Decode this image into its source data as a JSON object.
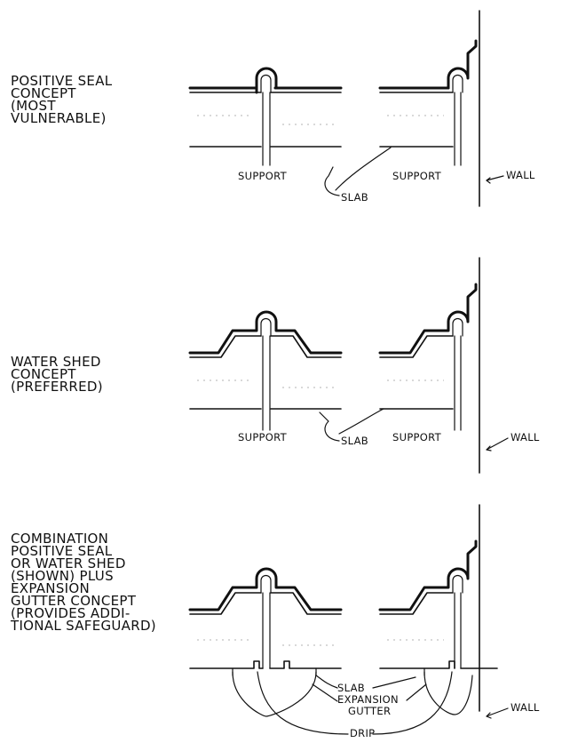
{
  "panel1": {
    "title_lines": [
      "POSITIVE SEAL",
      "CONCEPT",
      "(MOST",
      "VULNERABLE)"
    ],
    "support_left": "SUPPORT",
    "support_right": "SUPPORT",
    "slab": "SLAB",
    "wall": "WALL"
  },
  "panel2": {
    "title_lines": [
      "WATER SHED",
      "CONCEPT",
      "(PREFERRED)"
    ],
    "support_left": "SUPPORT",
    "support_right": "SUPPORT",
    "slab": "SLAB",
    "wall": "WALL"
  },
  "panel3": {
    "title_lines": [
      "COMBINATION",
      "POSITIVE SEAL",
      "OR WATER SHED",
      "(SHOWN) PLUS",
      "EXPANSION",
      "GUTTER CONCEPT",
      "(PROVIDES ADDI-",
      "TIONAL SAFEGUARD)"
    ],
    "slab": "SLAB",
    "expansion": "EXPANSION",
    "gutter": "GUTTER",
    "drip": "DRIP",
    "wall": "WALL"
  }
}
